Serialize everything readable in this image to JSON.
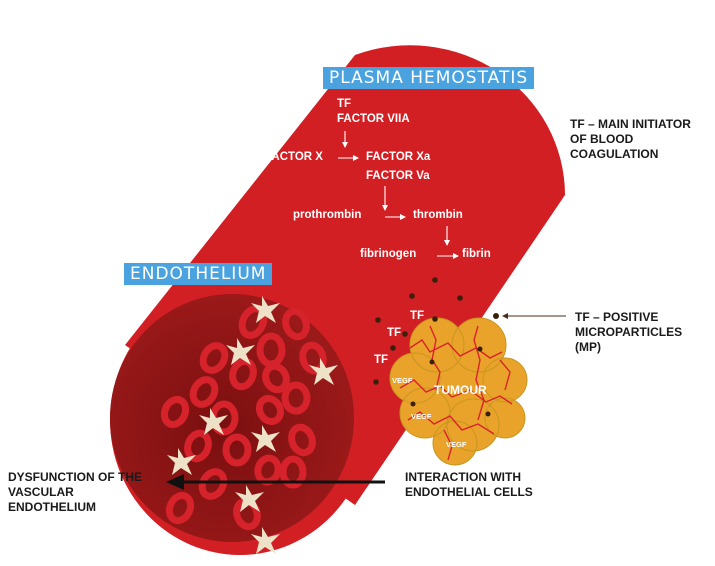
{
  "labels": {
    "plasma": "PLASMA HEMOSTATIS",
    "endothelium": "ENDOTHELIUM",
    "tf_top": "TF",
    "factor_viia": "FACTOR VIIA",
    "factor_x": "FACTOR X",
    "factor_xa": "FACTOR Xa",
    "factor_va": "FACTOR Va",
    "prothrombin": "prothrombin",
    "thrombin": "thrombin",
    "fibrinogen": "fibrinogen",
    "fibrin": "fibrin",
    "tf1": "TF",
    "tf2": "TF",
    "tf3": "TF",
    "tumour": "TUMOUR",
    "vegf1": "VEGF",
    "vegf2": "VEGF",
    "vegf3": "VEGF",
    "tf_main": "TF – MAIN INITIATOR OF BLOOD COAGULATION",
    "tf_positive": "TF – POSITIVE MICROPARTICLES (MP)",
    "dysfunction": "DYSFUNCTION OF THE VASCULAR ENDOTHELIUM",
    "interaction": "INTERACTION WITH ENDOTHELIAL CELLS"
  },
  "colors": {
    "vessel": "#d11f24",
    "vessel_inner": "#8a1212",
    "cell": "#cf1c22",
    "platelet": "#ede2c8",
    "tumour": "#e9a32a",
    "label_box": "#4aa3df"
  }
}
